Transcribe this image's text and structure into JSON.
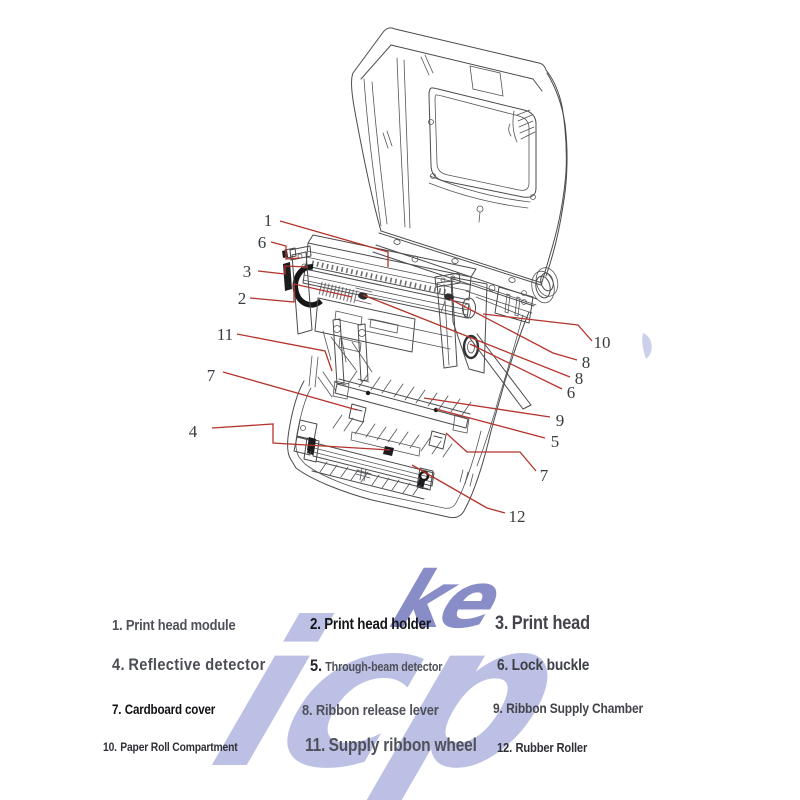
{
  "watermark": {
    "light_text": "icp",
    "accent_text": "ke",
    "light_color": "#b9bde3",
    "accent_color": "#8287c6"
  },
  "colors": {
    "callout_line": "#b5342d",
    "line_art": "#4b4b4d"
  },
  "diagram": {
    "description": "Exploded line drawing of a label printer with open lid and numbered part callouts",
    "callouts": [
      {
        "label": "1"
      },
      {
        "label": "6"
      },
      {
        "label": "3"
      },
      {
        "label": "2"
      },
      {
        "label": "11"
      },
      {
        "label": "7"
      },
      {
        "label": "4"
      },
      {
        "label": "10"
      },
      {
        "label": "8"
      },
      {
        "label": "8"
      },
      {
        "label": "6"
      },
      {
        "label": "9"
      },
      {
        "label": "5"
      },
      {
        "label": "7"
      },
      {
        "label": "12"
      }
    ]
  },
  "legend": {
    "items": [
      {
        "num": "1.",
        "label": "Print head module"
      },
      {
        "num": "2.",
        "label": "Print head holder"
      },
      {
        "num": "3.",
        "label": "Print head"
      },
      {
        "num": "4.",
        "label": "Reflective detector"
      },
      {
        "num": "5.",
        "label": "Through-beam detector"
      },
      {
        "num": "6.",
        "label": "Lock buckle"
      },
      {
        "num": "7.",
        "label": "Cardboard cover"
      },
      {
        "num": "8.",
        "label": "Ribbon release lever"
      },
      {
        "num": "9.",
        "label": "Ribbon Supply Chamber"
      },
      {
        "num": "10.",
        "label": "Paper Roll Compartment"
      },
      {
        "num": "11.",
        "label": "Supply ribbon wheel"
      },
      {
        "num": "12.",
        "label": "Rubber Roller"
      }
    ]
  }
}
